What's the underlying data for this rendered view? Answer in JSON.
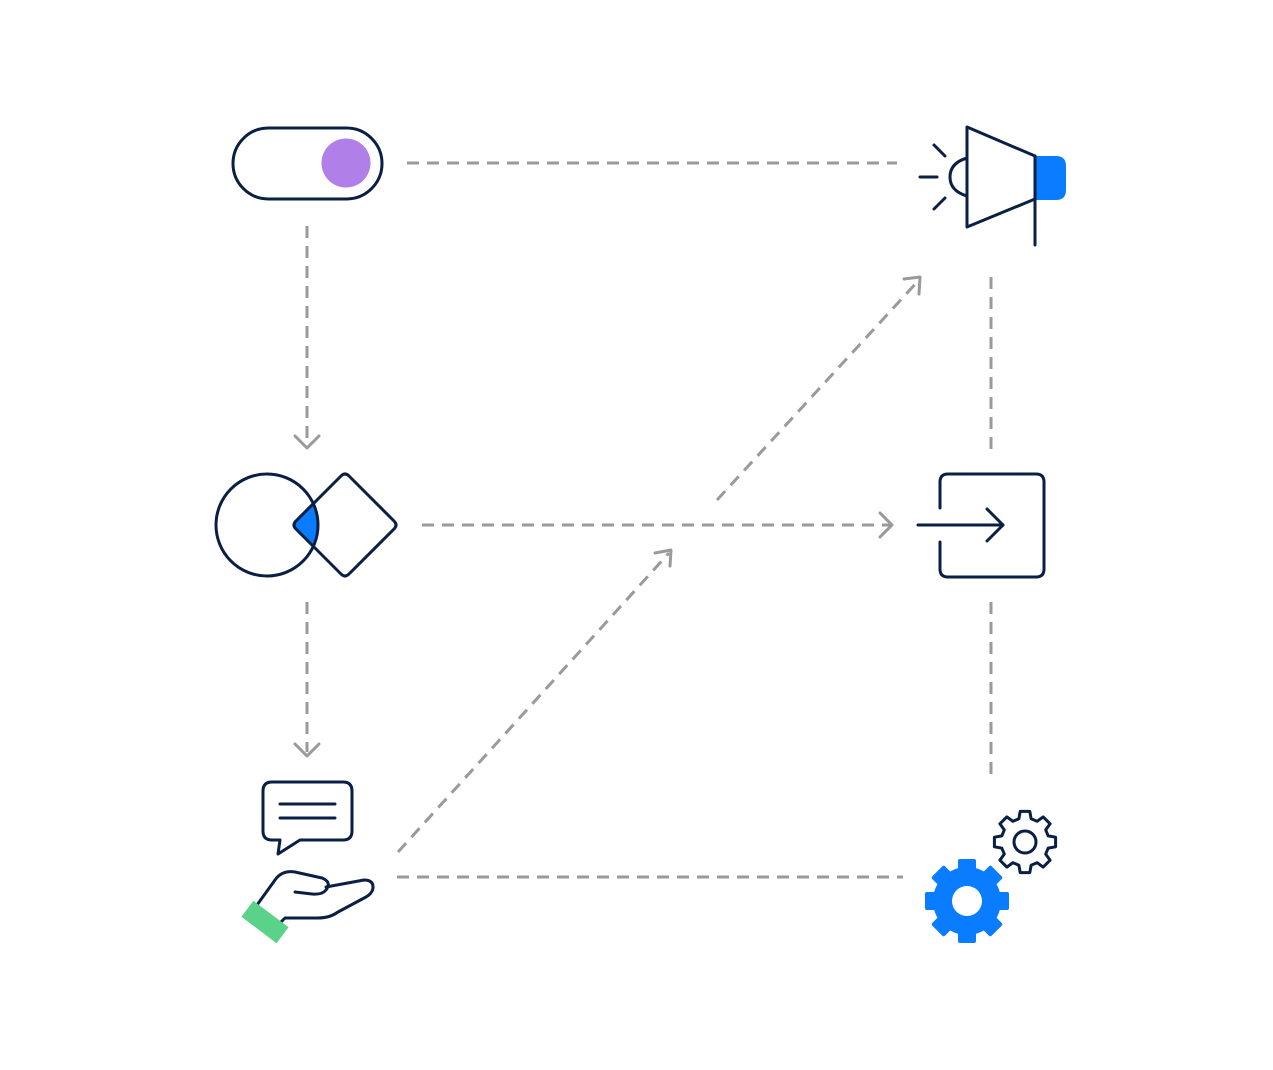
{
  "colors": {
    "ink": "#0a1f44",
    "accent_blue": "#0a7cff",
    "accent_purple": "#b07fe8",
    "accent_green": "#5ad28a",
    "connector": "#9a9a9a",
    "background": "#ffffff"
  },
  "nodes": [
    {
      "id": "toggle",
      "icon": "toggle-switch-icon"
    },
    {
      "id": "merge",
      "icon": "circle-diamond-overlap-icon"
    },
    {
      "id": "feedback",
      "icon": "hand-with-speech-bubble-icon"
    },
    {
      "id": "announce",
      "icon": "megaphone-icon"
    },
    {
      "id": "signin",
      "icon": "sign-in-icon"
    },
    {
      "id": "settings",
      "icon": "gears-icon"
    }
  ],
  "connectors": [
    {
      "from": "toggle",
      "to": "announce",
      "arrow": false
    },
    {
      "from": "toggle",
      "to": "merge",
      "arrow": true
    },
    {
      "from": "merge",
      "to": "feedback",
      "arrow": true
    },
    {
      "from": "merge",
      "to": "signin",
      "arrow": true
    },
    {
      "from": "feedback",
      "to": "settings",
      "arrow": false
    },
    {
      "from": "announce",
      "to": "signin",
      "arrow": false
    },
    {
      "from": "signin",
      "to": "settings",
      "arrow": false
    },
    {
      "from": "feedback",
      "to": "merge-signin-midpoint",
      "arrow": true
    },
    {
      "from": "merge-signin-midpoint",
      "to": "announce",
      "arrow": true
    }
  ]
}
